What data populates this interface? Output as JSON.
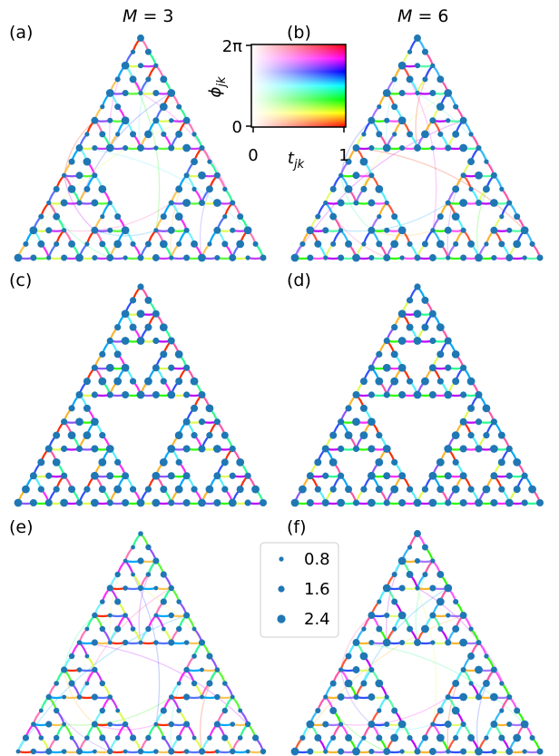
{
  "panels": [
    {
      "id": "a",
      "label": "(a)",
      "title_main": "M",
      "title_rest": " = 3"
    },
    {
      "id": "b",
      "label": "(b)",
      "title_main": "M",
      "title_rest": " = 6"
    },
    {
      "id": "c",
      "label": "(c)"
    },
    {
      "id": "d",
      "label": "(d)"
    },
    {
      "id": "e",
      "label": "(e)"
    },
    {
      "id": "f",
      "label": "(f)"
    }
  ],
  "colorkey": {
    "y_top": "2π",
    "y_bottom": "0",
    "x_left": "0",
    "x_right": "1",
    "ylabel_main": "ϕ",
    "ylabel_sub": "jk",
    "xlabel_main": "t",
    "xlabel_sub": "jk"
  },
  "legend": {
    "entries": [
      {
        "label": "0.8"
      },
      {
        "label": "1.6"
      },
      {
        "label": "2.4"
      }
    ]
  },
  "node_color": "#1f77b4"
}
